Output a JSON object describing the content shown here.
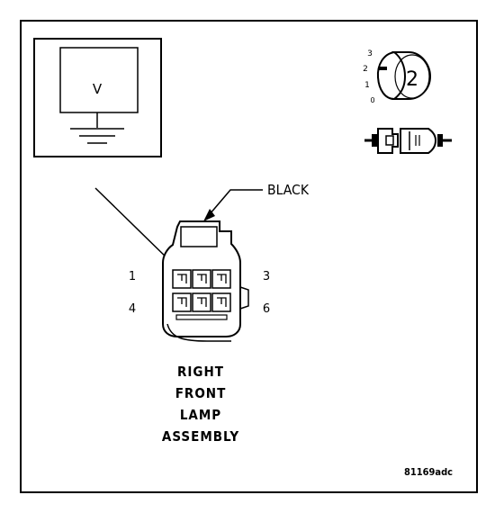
{
  "meter": {
    "label": "V"
  },
  "selector": {
    "positions": [
      "3",
      "2",
      "1",
      "0"
    ],
    "current": "2"
  },
  "wire": {
    "color_label": "BLACK"
  },
  "connector": {
    "pin_labels": {
      "top_left": "1",
      "top_right": "3",
      "bottom_left": "4",
      "bottom_right": "6"
    }
  },
  "title": {
    "lines": [
      "RIGHT",
      "FRONT",
      "LAMP",
      "ASSEMBLY"
    ]
  },
  "figure_id": "81169adc"
}
